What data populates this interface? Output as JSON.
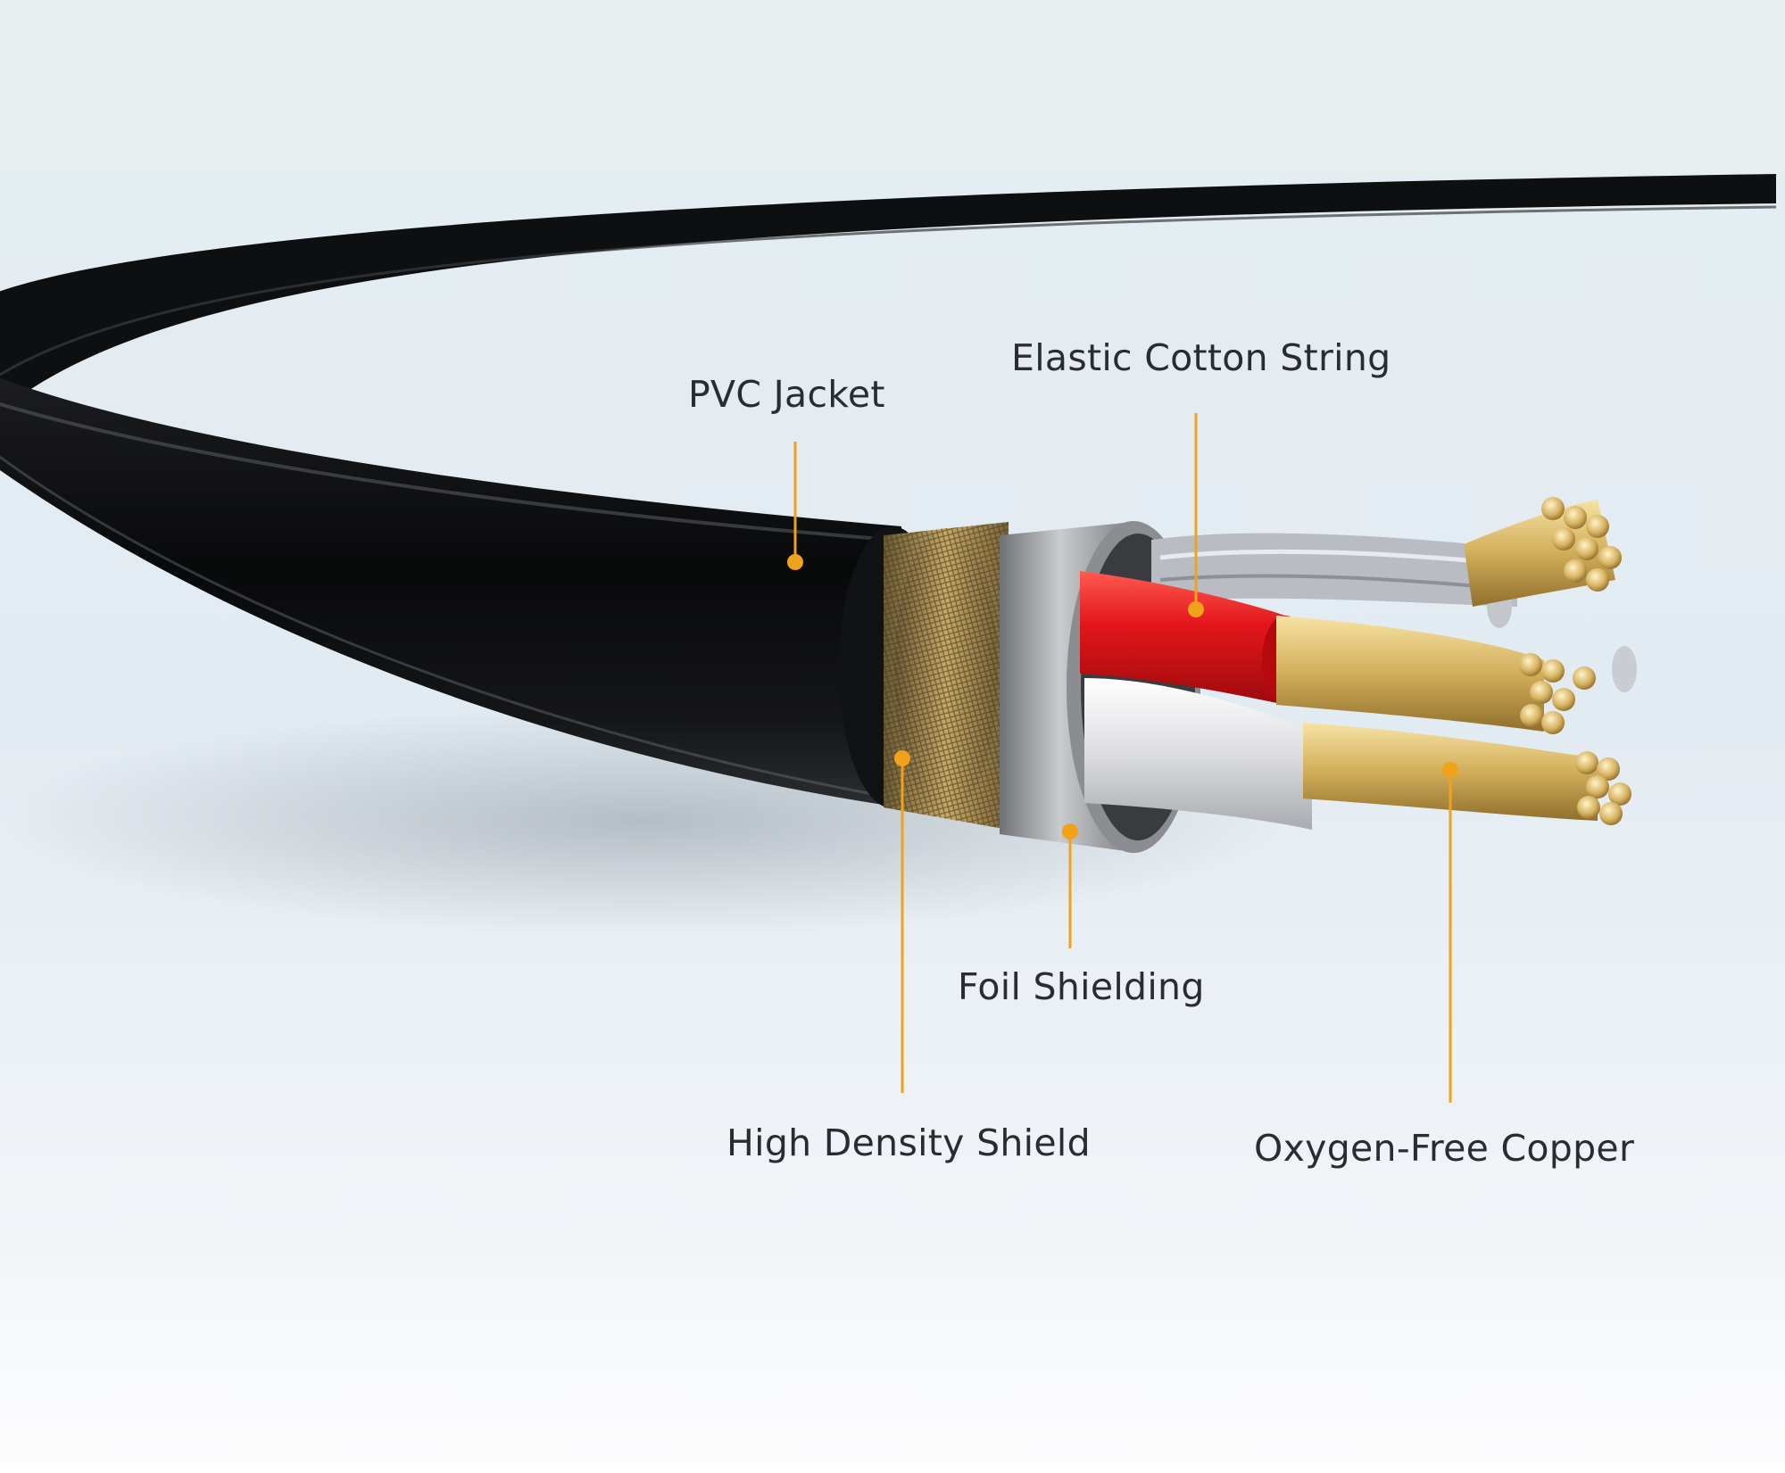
{
  "diagram": {
    "subject": "cable cross-section",
    "colors": {
      "jacket": "#0e0f11",
      "braid": "#b89a5a",
      "foil": "#9a9ca0",
      "red_insulation": "#e0161b",
      "copper": "#d9b867",
      "cotton": "#b9bcc2",
      "callout": "#f0a21a",
      "label_text": "#2a2c31",
      "background": "#e9eef2"
    },
    "callouts": [
      {
        "id": "pvc",
        "label": "PVC Jacket"
      },
      {
        "id": "cotton",
        "label": "Elastic Cotton String"
      },
      {
        "id": "foil",
        "label": "Foil Shielding"
      },
      {
        "id": "shield",
        "label": "High Density Shield"
      },
      {
        "id": "copper",
        "label": "Oxygen-Free Copper"
      }
    ]
  }
}
